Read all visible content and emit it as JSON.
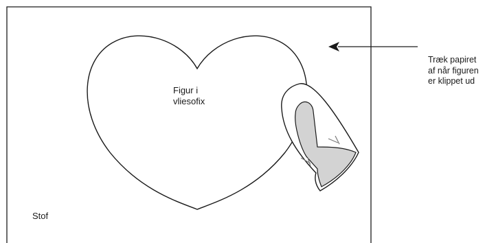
{
  "heart_label": {
    "line1": "Figur i",
    "line2": "vliesofix"
  },
  "fabric_label": "Stof",
  "instruction_note": {
    "line1": "Træk papiret",
    "line2": "af når figuren",
    "line3": "er klippet ud"
  },
  "icons": {
    "iron": "iron-icon",
    "arrow": "arrow-left-icon"
  },
  "colors": {
    "stroke": "#1a1a1a",
    "iron_handle": "#d3d3d3",
    "background": "#ffffff"
  }
}
